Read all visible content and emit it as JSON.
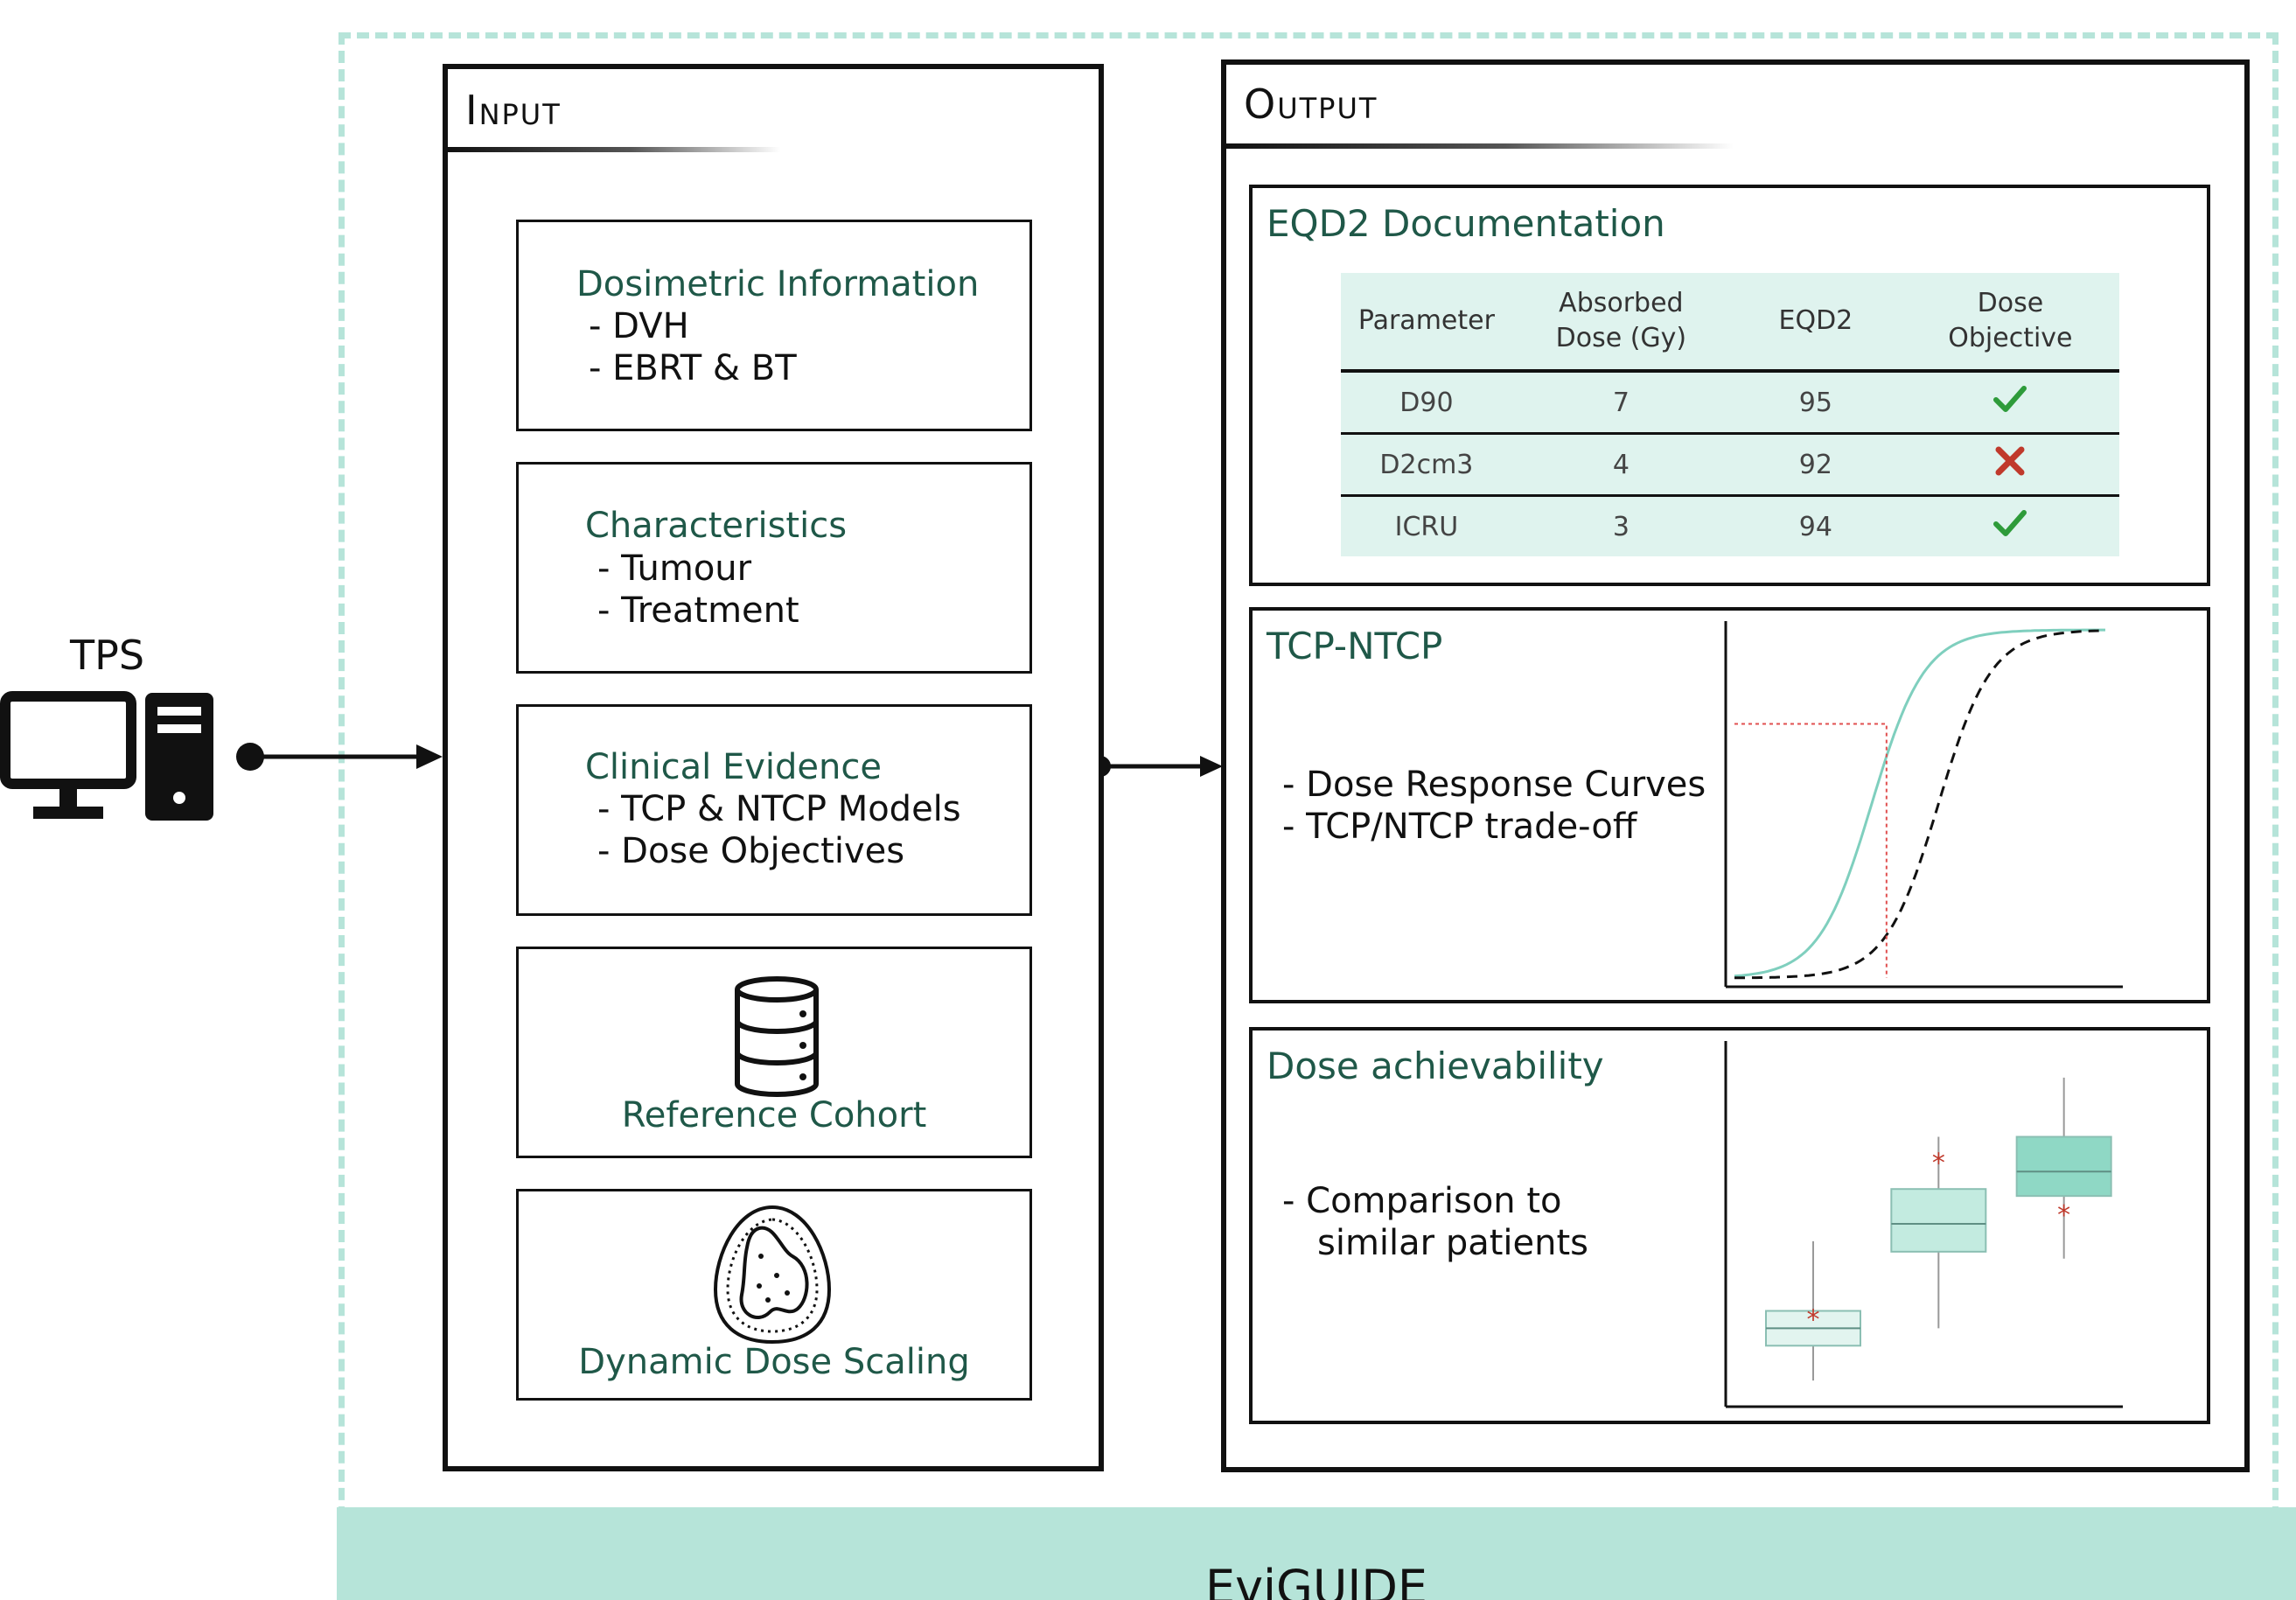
{
  "footer": {
    "label": "EviGUIDE"
  },
  "colors": {
    "frame": "#b6e4d9",
    "heading": "#1f5848",
    "table_bg": "#dff3ee",
    "check": "#2e9b3a",
    "cross": "#c0392b",
    "curve_tcp": "#7fcfbe",
    "threshold": "#e05050"
  },
  "tps": {
    "label": "TPS",
    "icon": "desktop-computer-icon"
  },
  "input": {
    "title": "Input",
    "boxes": [
      {
        "heading": "Dosimetric  Information",
        "lines": [
          "- DVH",
          "- EBRT & BT"
        ]
      },
      {
        "heading": "Characteristics",
        "lines": [
          "- Tumour",
          "- Treatment"
        ]
      },
      {
        "heading": "Clinical Evidence",
        "lines": [
          "- TCP & NTCP Models",
          "- Dose Objectives"
        ]
      },
      {
        "caption": "Reference Cohort",
        "icon": "database-icon"
      },
      {
        "caption": "Dynamic Dose Scaling",
        "icon": "dose-contour-icon"
      }
    ]
  },
  "output": {
    "title": "Output",
    "eqd2": {
      "heading": "EQD2 Documentation",
      "columns": [
        [
          "Parameter"
        ],
        [
          "Absorbed",
          "Dose (Gy)"
        ],
        [
          "EQD2"
        ],
        [
          "Dose",
          "Objective"
        ]
      ],
      "rows": [
        {
          "parameter": "D90",
          "absorbed": "7",
          "eqd2": "95",
          "objective": "pass"
        },
        {
          "parameter": "D2cm3",
          "absorbed": "4",
          "eqd2": "92",
          "objective": "fail"
        },
        {
          "parameter": "ICRU",
          "absorbed": "3",
          "eqd2": "94",
          "objective": "pass"
        }
      ]
    },
    "tcp": {
      "heading": "TCP-NTCP",
      "lines": [
        "- Dose Response Curves",
        "- TCP/NTCP trade-off"
      ]
    },
    "achievability": {
      "heading": "Dose achievability",
      "lines": [
        "- Comparison to",
        "similar patients"
      ]
    }
  },
  "chart_data": [
    {
      "type": "line",
      "series": [
        {
          "style": "solid",
          "color": "#7fcfbe",
          "shape": "sigmoid",
          "midpoint": 0.37
        },
        {
          "style": "dashed",
          "color": "#111111",
          "shape": "sigmoid",
          "midpoint": 0.55
        }
      ],
      "threshold": {
        "x": 0.41,
        "y": 0.73
      }
    },
    {
      "type": "box",
      "boxes": [
        {
          "q1": 0.15,
          "median": 0.2,
          "q3": 0.25,
          "min": 0.05,
          "max": 0.45,
          "outlier": 0.23,
          "fill": "#e2f4ef"
        },
        {
          "q1": 0.42,
          "median": 0.5,
          "q3": 0.6,
          "min": 0.2,
          "max": 0.75,
          "outlier": 0.68,
          "fill": "#c3ebe0"
        },
        {
          "q1": 0.58,
          "median": 0.65,
          "q3": 0.75,
          "min": 0.4,
          "max": 0.92,
          "outlier": 0.53,
          "fill": "#8fd8c5"
        }
      ]
    }
  ]
}
